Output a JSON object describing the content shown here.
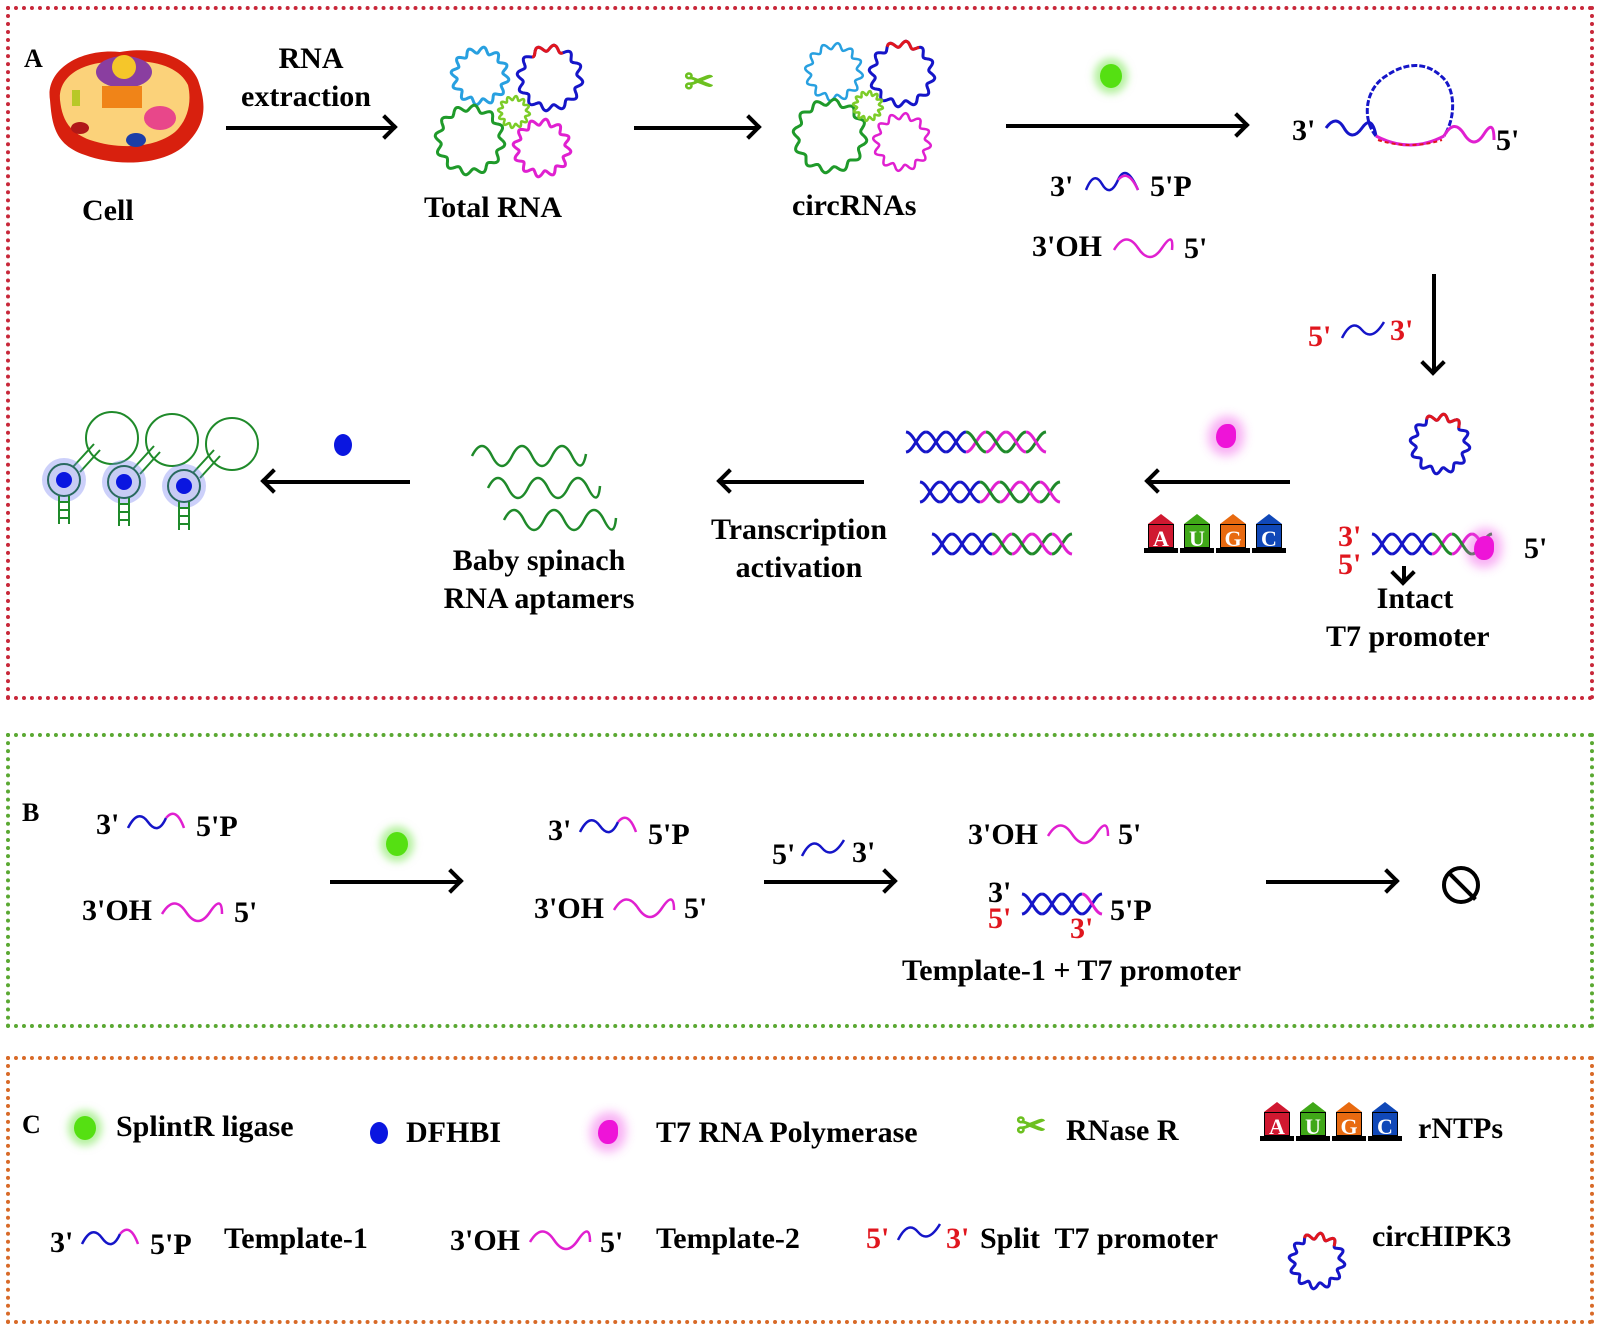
{
  "panels": {
    "a": {
      "label": "A",
      "cell_label": "Cell",
      "step_rna_extraction": [
        "RNA",
        "extraction"
      ],
      "total_rna_label": "Total RNA",
      "circrnas_label": "circRNAs",
      "template1": {
        "left": "3'",
        "right": "5'P"
      },
      "template2": {
        "left": "3'OH",
        "right": "5'"
      },
      "hybrid": {
        "left": "3'",
        "right": "5'"
      },
      "split_promoter": {
        "left": "5'",
        "right": "3'"
      },
      "duplex_ends": {
        "top": "3'",
        "bottom": "5'",
        "right": "5'"
      },
      "intact_label": [
        "Intact",
        "T7 promoter"
      ],
      "ntps": [
        "A",
        "U",
        "G",
        "C"
      ],
      "transcription_label": [
        "Transcription",
        "activation"
      ],
      "aptamers_label": [
        "Baby spinach",
        "RNA aptamers"
      ]
    },
    "b": {
      "label": "B",
      "template1": {
        "left": "3'",
        "right": "5'P"
      },
      "template2": {
        "left": "3'OH",
        "right": "5'"
      },
      "split_promoter": {
        "left": "5'",
        "right": "3'"
      },
      "result_duplex": {
        "top_left": "3'",
        "bottom_left": "5'",
        "bottom_right": "3'",
        "right": "5'P"
      },
      "result_label": "Template-1 + T7 promoter"
    },
    "c": {
      "label": "C",
      "legend": [
        {
          "icon": "splintr-ligase",
          "label": "SplintR ligase"
        },
        {
          "icon": "dfhbi",
          "label": "DFHBI"
        },
        {
          "icon": "t7-rna-polymerase",
          "label": "T7 RNA Polymerase"
        },
        {
          "icon": "rnase-r",
          "label": "RNase R"
        },
        {
          "icon": "rntps",
          "label": "rNTPs"
        },
        {
          "icon": "template-1",
          "label": "Template-1",
          "left": "3'",
          "right": "5'P"
        },
        {
          "icon": "template-2",
          "label": "Template-2",
          "left": "3'OH",
          "right": "5'"
        },
        {
          "icon": "split-t7-promoter",
          "label": "Split  T7 promoter",
          "left": "5'",
          "right": "3'"
        },
        {
          "icon": "circhipk3",
          "label": "circHIPK3"
        }
      ]
    }
  },
  "colors": {
    "panel_a_border": "#c8283a",
    "panel_b_border": "#5aa832",
    "panel_c_border": "#d86a28",
    "template1": "#1515c8",
    "template2": "#e020d0",
    "promoter_label": "#e0161e",
    "aptamer": "#1f8a2a",
    "ntp_a": "#d01830",
    "ntp_u": "#40a818",
    "ntp_g": "#e86a10",
    "ntp_c": "#1048b8"
  }
}
